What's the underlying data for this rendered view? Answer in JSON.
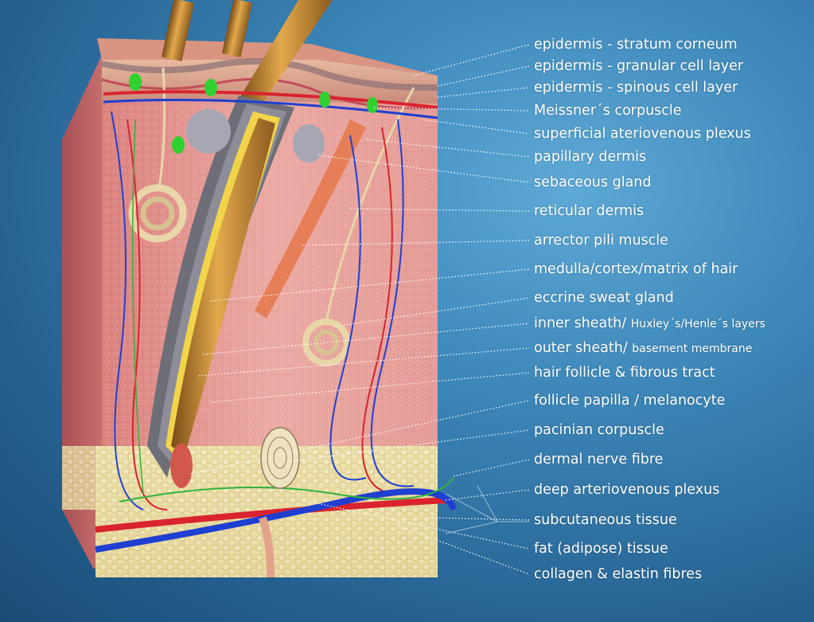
{
  "labels": [
    {
      "main": "epidermis - stratum corneum",
      "sub": ""
    },
    {
      "main": "epidermis - granular cell layer",
      "sub": ""
    },
    {
      "main": "epidermis - spinous cell layer",
      "sub": ""
    },
    {
      "main": "Meissner´s corpuscle",
      "sub": ""
    },
    {
      "main": "superficial ateriovenous plexus",
      "sub": ""
    },
    {
      "main": "papillary dermis",
      "sub": ""
    },
    {
      "main": "sebaceous gland",
      "sub": ""
    },
    {
      "main": "reticular dermis",
      "sub": ""
    },
    {
      "main": "arrector pili muscle",
      "sub": ""
    },
    {
      "main": "medulla/cortex/matrix of hair",
      "sub": ""
    },
    {
      "main": "eccrine sweat gland",
      "sub": ""
    },
    {
      "main": "inner sheath/ ",
      "sub": "Huxley´s/Henle´s layers"
    },
    {
      "main": "outer sheath/ ",
      "sub": "basement membrane"
    },
    {
      "main": "hair follicle & fibrous tract",
      "sub": ""
    },
    {
      "main": "follicle papilla / melanocyte",
      "sub": ""
    },
    {
      "main": "pacinian corpuscle",
      "sub": ""
    },
    {
      "main": "dermal nerve fibre",
      "sub": ""
    },
    {
      "main": "deep arteriovenous plexus",
      "sub": ""
    },
    {
      "main": "subcutaneous tissue",
      "sub": ""
    },
    {
      "main": "fat (adipose) tissue",
      "sub": ""
    },
    {
      "main": "collagen & elastin fibres",
      "sub": ""
    }
  ],
  "colors": {
    "background": "#3c86b8",
    "artery": "#d9232e",
    "vein": "#1f3fd1",
    "nerve": "#2fb33a",
    "dermis": "#e59a95",
    "fat": "#ecdfa8",
    "hair": "#c9862f",
    "label_text": "#ffffff"
  }
}
